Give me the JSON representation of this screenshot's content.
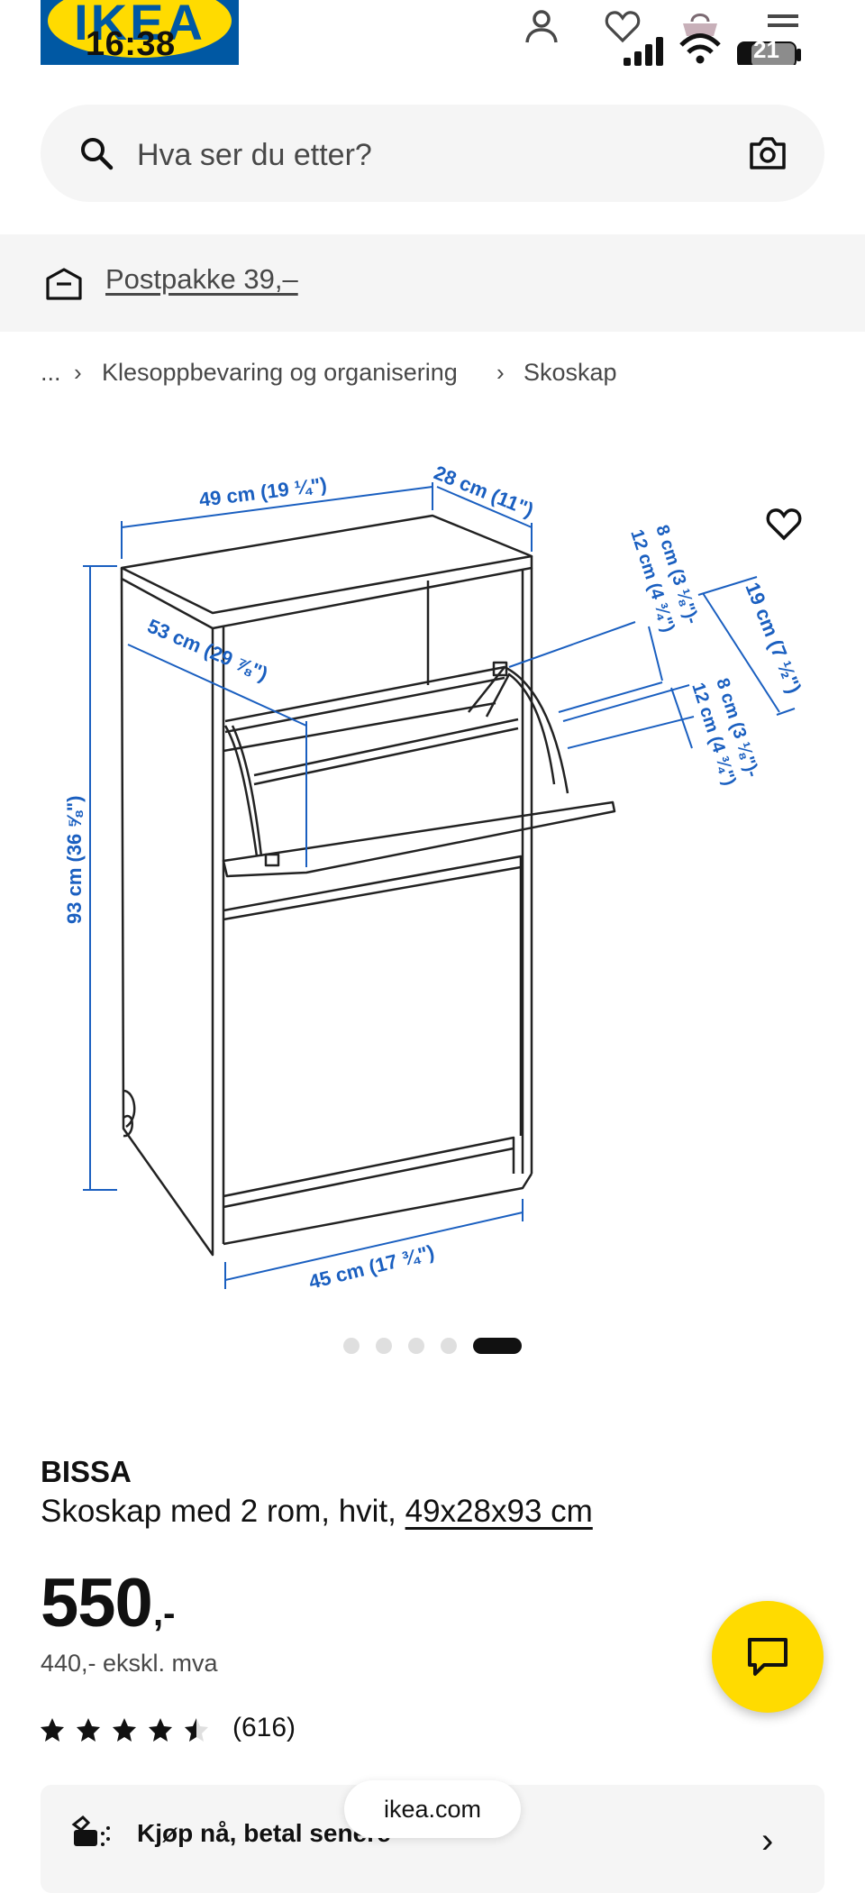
{
  "status_bar": {
    "time": "16:38",
    "battery": "21"
  },
  "header": {
    "logo_text": "IKEA"
  },
  "search": {
    "placeholder": "Hva ser du etter?"
  },
  "promo": {
    "text": "Postpakke 39,–"
  },
  "breadcrumb": {
    "ellipsis": "...",
    "items": [
      "Klesoppbevaring og organisering",
      "Skoskap"
    ]
  },
  "diagram_labels": {
    "width": "49 cm (19 ¼\")",
    "depth": "28 cm (11\")",
    "height": "93 cm (36 ⅝\")",
    "inner_depth": "53 cm (29 ⅞\")",
    "inner_width": "45 cm (17 ¾\")",
    "top_compartment": "19 cm (7 ½\")",
    "slot_upper_a": "8 cm (3 ⅛\")-",
    "slot_upper_b": "12 cm (4 ¾\")",
    "slot_lower_a": "12 cm (4 ¾\")",
    "slot_lower_b": "8 cm (3 ⅛\")-"
  },
  "carousel": {
    "count": 5,
    "active": 5
  },
  "product": {
    "name": "BISSA",
    "description": "Skoskap med 2 rom, hvit,",
    "dimensions": "49x28x93 cm",
    "price": "550",
    "price_suffix": ",-",
    "price_ex_vat": "440,- ekskl. mva",
    "rating": 4.5,
    "review_count": "(616)"
  },
  "klarna": {
    "label": "Kjøp nå, betal senere"
  },
  "browser": {
    "url": "ikea.com"
  },
  "colors": {
    "ikea_blue": "#0058a3",
    "ikea_yellow": "#ffdb00",
    "diagram_blue": "#1a5fc0"
  },
  "icons": [
    "user-icon",
    "heart-icon",
    "cart-icon",
    "menu-icon",
    "search-icon",
    "camera-icon",
    "package-icon",
    "favorite-icon",
    "chat-icon",
    "chevron-right-icon"
  ]
}
